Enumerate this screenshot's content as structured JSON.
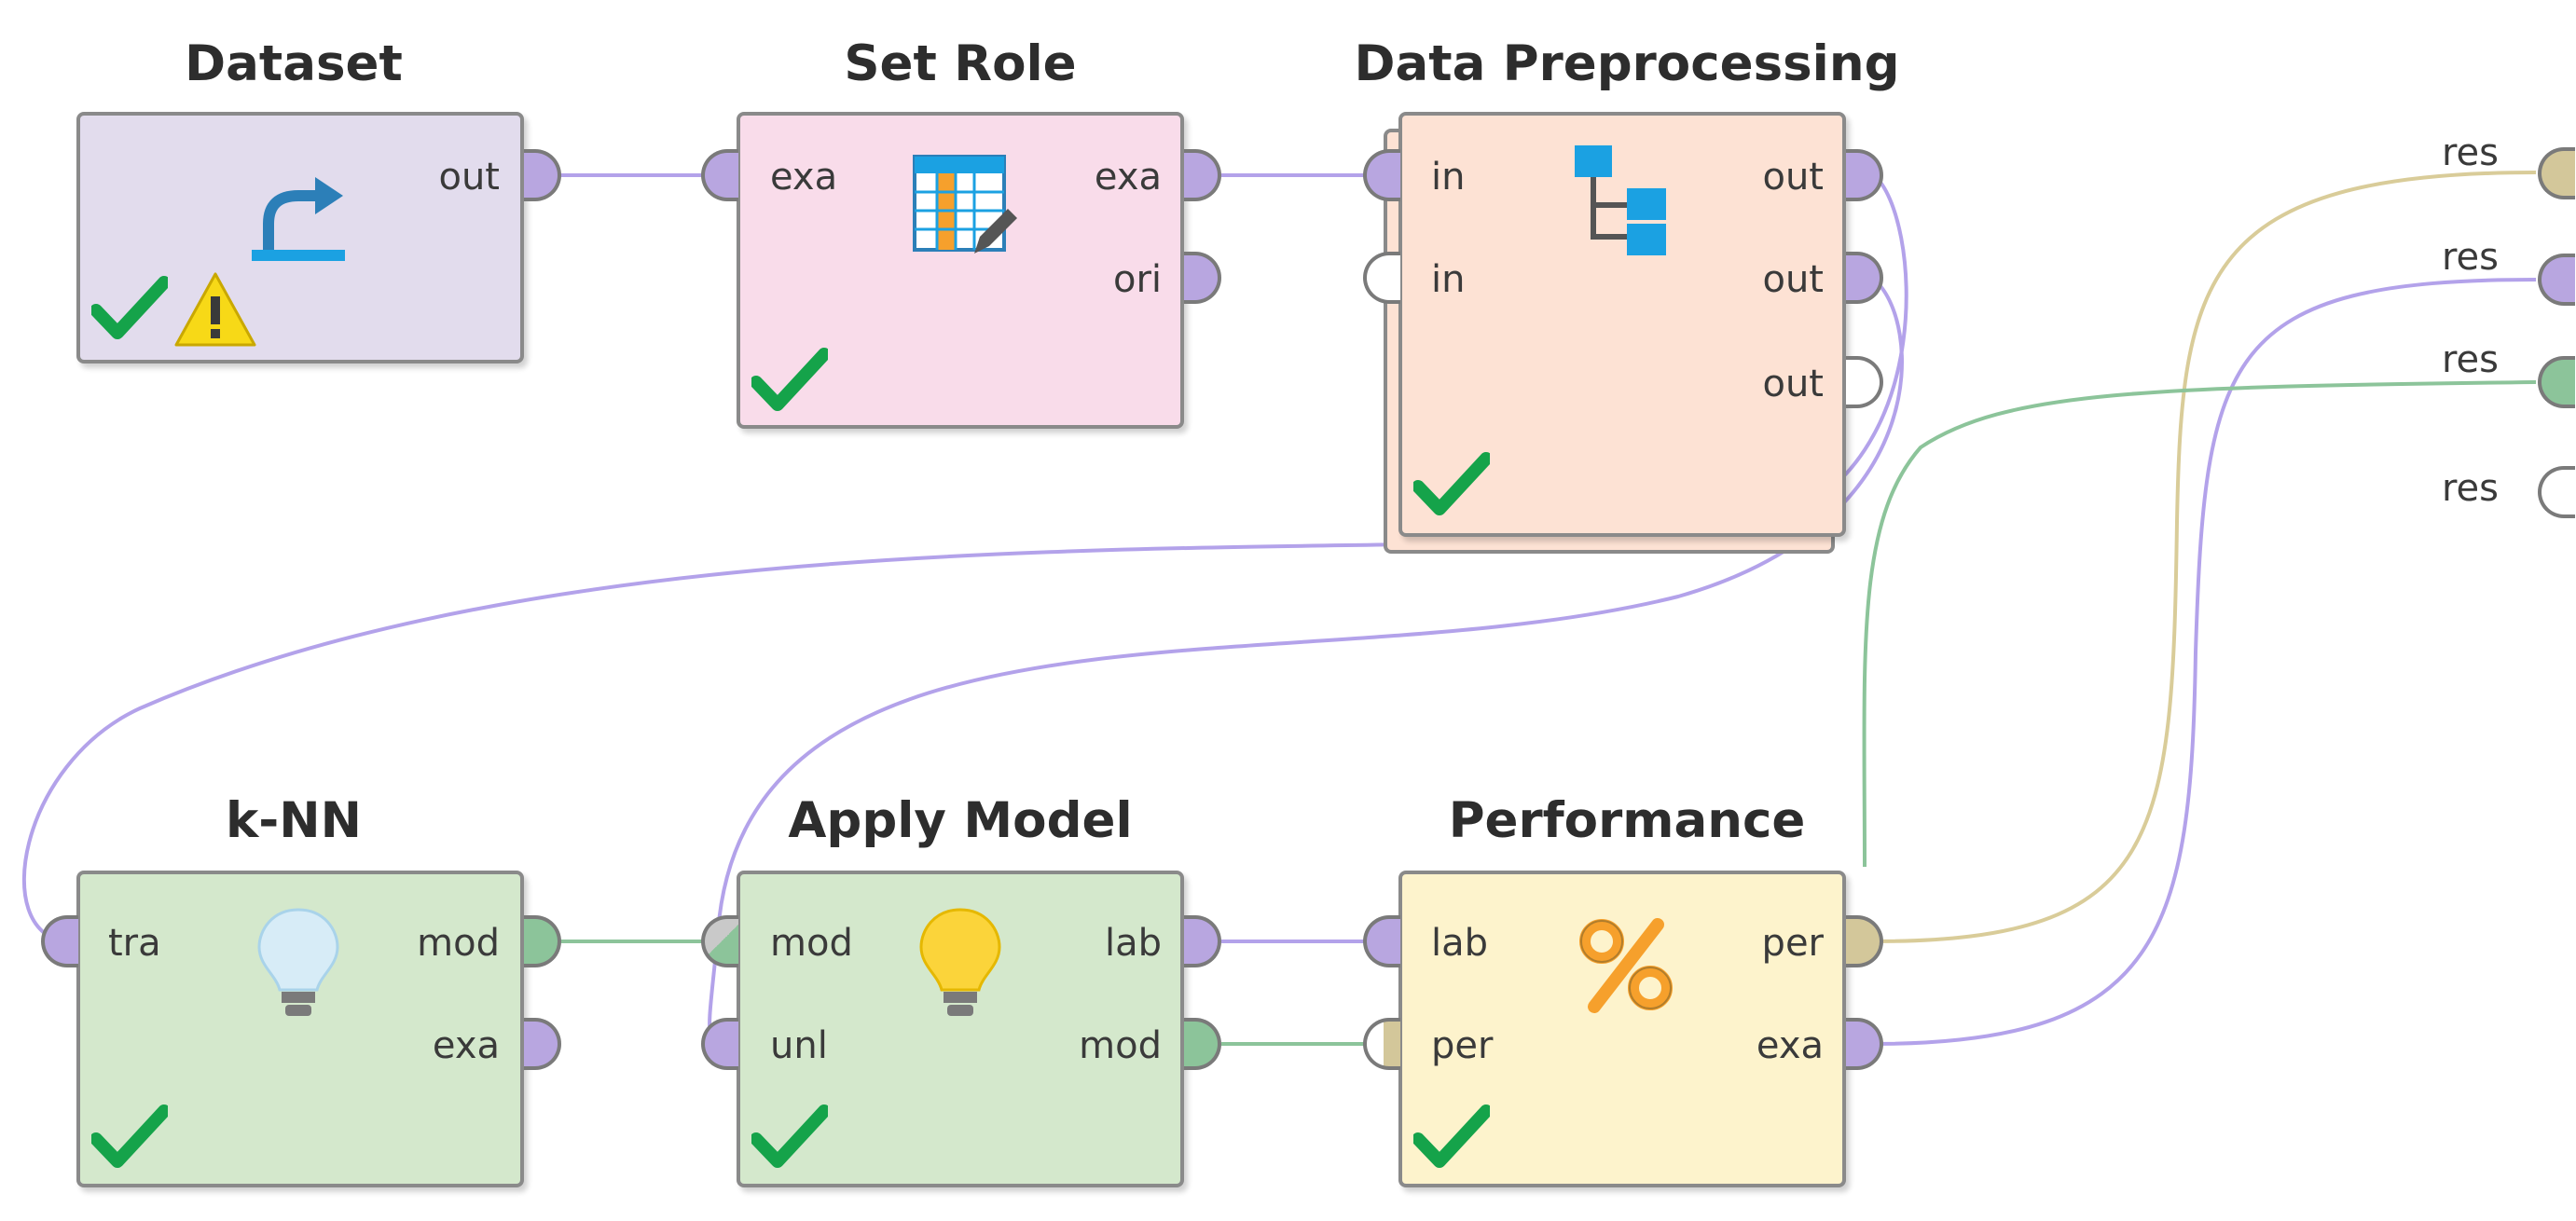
{
  "operators": {
    "dataset": {
      "title": "Dataset",
      "ports_out": [
        "out"
      ]
    },
    "set_role": {
      "title": "Set Role",
      "ports_in": [
        "exa"
      ],
      "ports_out": [
        "exa",
        "ori"
      ]
    },
    "data_preprocessing": {
      "title": "Data Preprocessing",
      "ports_in": [
        "in",
        "in"
      ],
      "ports_out": [
        "out",
        "out",
        "out"
      ]
    },
    "knn": {
      "title": "k-NN",
      "ports_in": [
        "tra"
      ],
      "ports_out": [
        "mod",
        "exa"
      ]
    },
    "apply_model": {
      "title": "Apply Model",
      "ports_in": [
        "mod",
        "unl"
      ],
      "ports_out": [
        "lab",
        "mod"
      ]
    },
    "performance": {
      "title": "Performance",
      "ports_in": [
        "lab",
        "per"
      ],
      "ports_out": [
        "per",
        "exa"
      ]
    }
  },
  "results": {
    "ports": [
      "res",
      "res",
      "res",
      "res"
    ]
  },
  "colors": {
    "dataset_bg": "#e2dced",
    "set_role_bg": "#f9dcea",
    "preprocessing_bg": "#fde2d4",
    "modeling_bg": "#d4e8cc",
    "performance_bg": "#fdf3cc",
    "port_example": "#b8a6e0",
    "port_model": "#8cc49a",
    "port_performance": "#d3c79a",
    "wire_example": "#b3a2ea",
    "wire_model": "#8cc49a",
    "wire_performance": "#d9cc99",
    "check_green": "#15a34a",
    "warning_yellow": "#f7d917"
  },
  "icons": {
    "dataset": "retrieve-arrow-icon",
    "set_role": "table-edit-icon",
    "data_preprocessing": "subprocess-tree-icon",
    "knn": "lightbulb-outline-icon",
    "apply_model": "lightbulb-icon",
    "performance": "percent-icon",
    "status": "checkmark-icon",
    "warning": "warning-triangle-icon"
  }
}
